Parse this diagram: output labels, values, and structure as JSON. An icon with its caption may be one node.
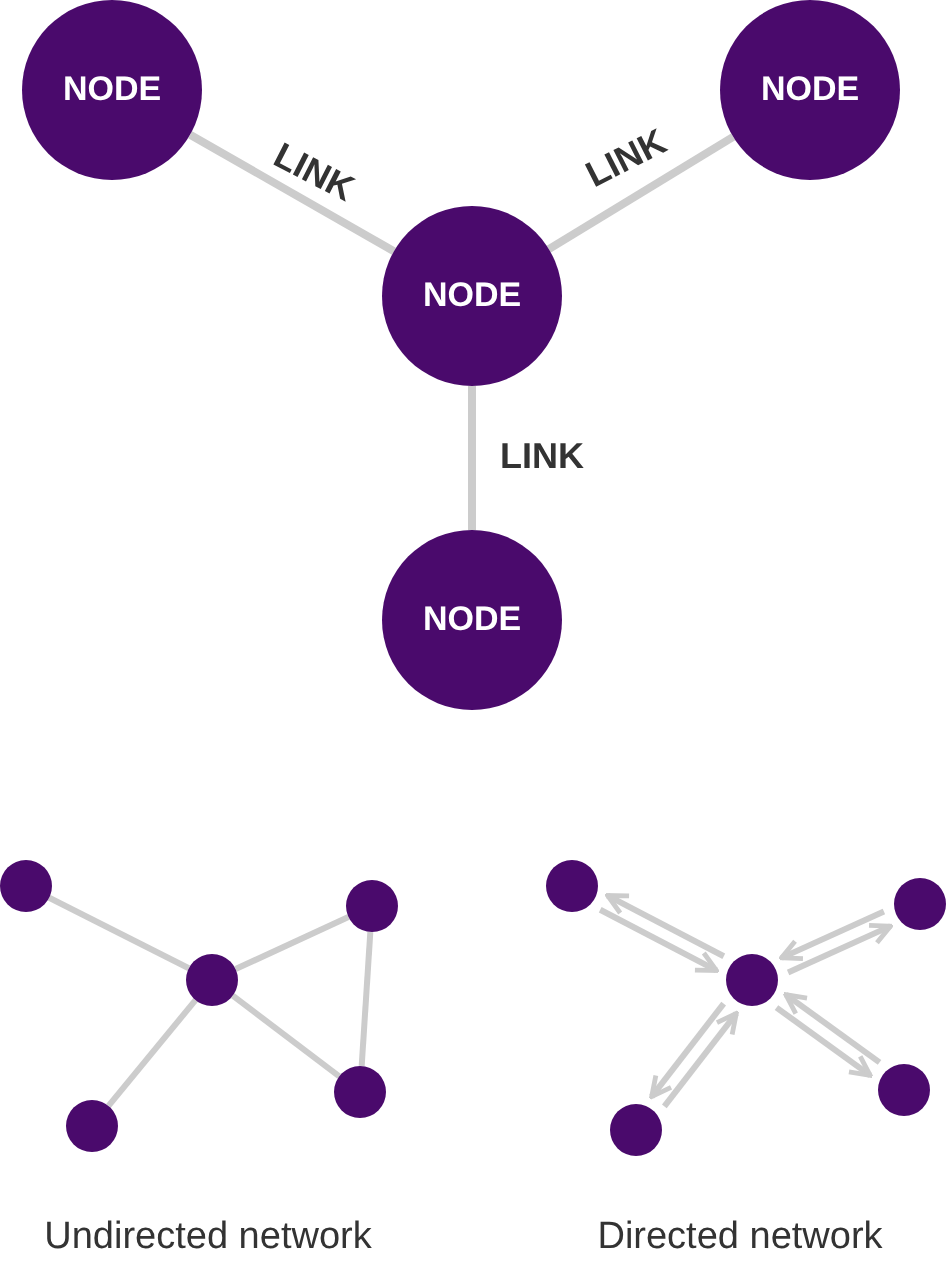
{
  "diagram": {
    "nodes": [
      {
        "text": [
          "NODE"
        ]
      },
      {
        "text": [
          "NODE"
        ]
      },
      {
        "text": [
          "NODE"
        ]
      },
      {
        "text": [
          "NODE"
        ]
      },
      {
        "text": [],
        "shape": "circle"
      },
      {
        "text": [],
        "shape": "circle"
      },
      {
        "text": [],
        "shape": "circle"
      },
      {
        "text": [],
        "shape": "circle"
      },
      {
        "text": [],
        "shape": "circle"
      },
      {
        "text": [],
        "shape": "circle"
      },
      {
        "text": [],
        "shape": "circle"
      },
      {
        "text": [],
        "shape": "circle"
      },
      {
        "text": [],
        "shape": "circle"
      },
      {
        "text": [],
        "shape": "circle"
      }
    ],
    "edges": [
      {
        "from": 0,
        "to": 2,
        "arrow": "none",
        "label": "LINK"
      },
      {
        "from": 2,
        "to": 1,
        "arrow": "none",
        "label": "LINK"
      },
      {
        "from": 2,
        "to": 3,
        "arrow": "none",
        "label": "LINK"
      },
      {
        "from": 4,
        "to": 5,
        "arrow": "none"
      },
      {
        "from": 5,
        "to": 6,
        "arrow": "none"
      },
      {
        "from": 5,
        "to": 7,
        "arrow": "none"
      },
      {
        "from": 5,
        "to": 8,
        "arrow": "none"
      },
      {
        "from": 6,
        "to": 8,
        "arrow": "none"
      },
      {
        "from": 9,
        "to": 10,
        "arrow": "to"
      },
      {
        "from": 10,
        "to": 9,
        "arrow": "to"
      },
      {
        "from": 10,
        "to": 11,
        "arrow": "to"
      },
      {
        "from": 11,
        "to": 10,
        "arrow": "to"
      },
      {
        "from": 10,
        "to": 12,
        "arrow": "to"
      },
      {
        "from": 12,
        "to": 10,
        "arrow": "to"
      },
      {
        "from": 13,
        "to": 10,
        "arrow": "to"
      },
      {
        "from": 10,
        "to": 13,
        "arrow": "to"
      }
    ],
    "labels": [
      "Undirected network",
      "Directed network"
    ]
  }
}
